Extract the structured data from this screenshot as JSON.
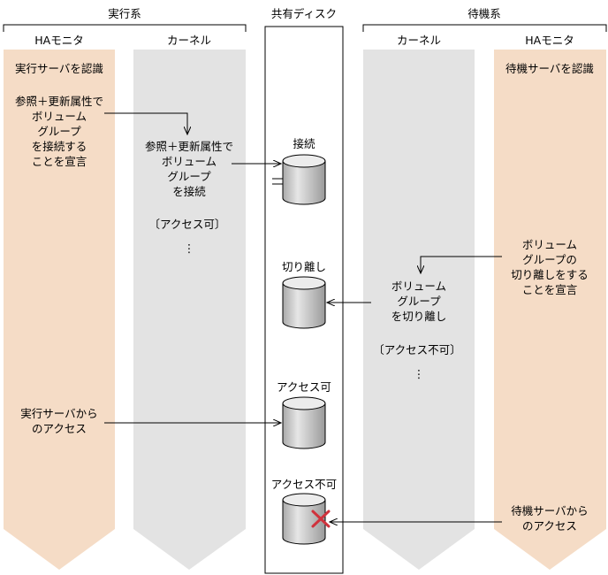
{
  "groups": {
    "active": "実行系",
    "shared": "共有ディスク",
    "standby": "待機系"
  },
  "lanes": {
    "active_ha": "HAモニタ",
    "active_kernel": "カーネル",
    "standby_kernel": "カーネル",
    "standby_ha": "HAモニタ"
  },
  "active_ha": {
    "recognize": "実行サーバを認識",
    "declare": [
      "参照＋更新属性で",
      "ボリューム",
      "グループ",
      "を接続する",
      "ことを宣言"
    ],
    "access": [
      "実行サーバから",
      "のアクセス"
    ]
  },
  "active_kernel": {
    "connect": [
      "参照＋更新属性で",
      "ボリューム",
      "グループ",
      "を接続"
    ],
    "status": "〔アクセス可〕",
    "ellipsis": "⋮"
  },
  "disks": {
    "connected": "接続",
    "detached": "切り離し",
    "accessible": "アクセス可",
    "inaccessible": "アクセス不可"
  },
  "standby_kernel": {
    "detach": [
      "ボリューム",
      "グループ",
      "を切り離し"
    ],
    "status": "〔アクセス不可〕",
    "ellipsis": "⋮"
  },
  "standby_ha": {
    "recognize": "待機サーバを認識",
    "declare": [
      "ボリューム",
      "グループの",
      "切り離しをする",
      "ことを宣言"
    ],
    "access": [
      "待機サーバから",
      "のアクセス"
    ]
  },
  "colors": {
    "ha_lane": "#f5dcc6",
    "kernel_lane": "#e3e3e3",
    "disk_fill": "#d6d6d6",
    "deny_mark": "#d0323c"
  }
}
